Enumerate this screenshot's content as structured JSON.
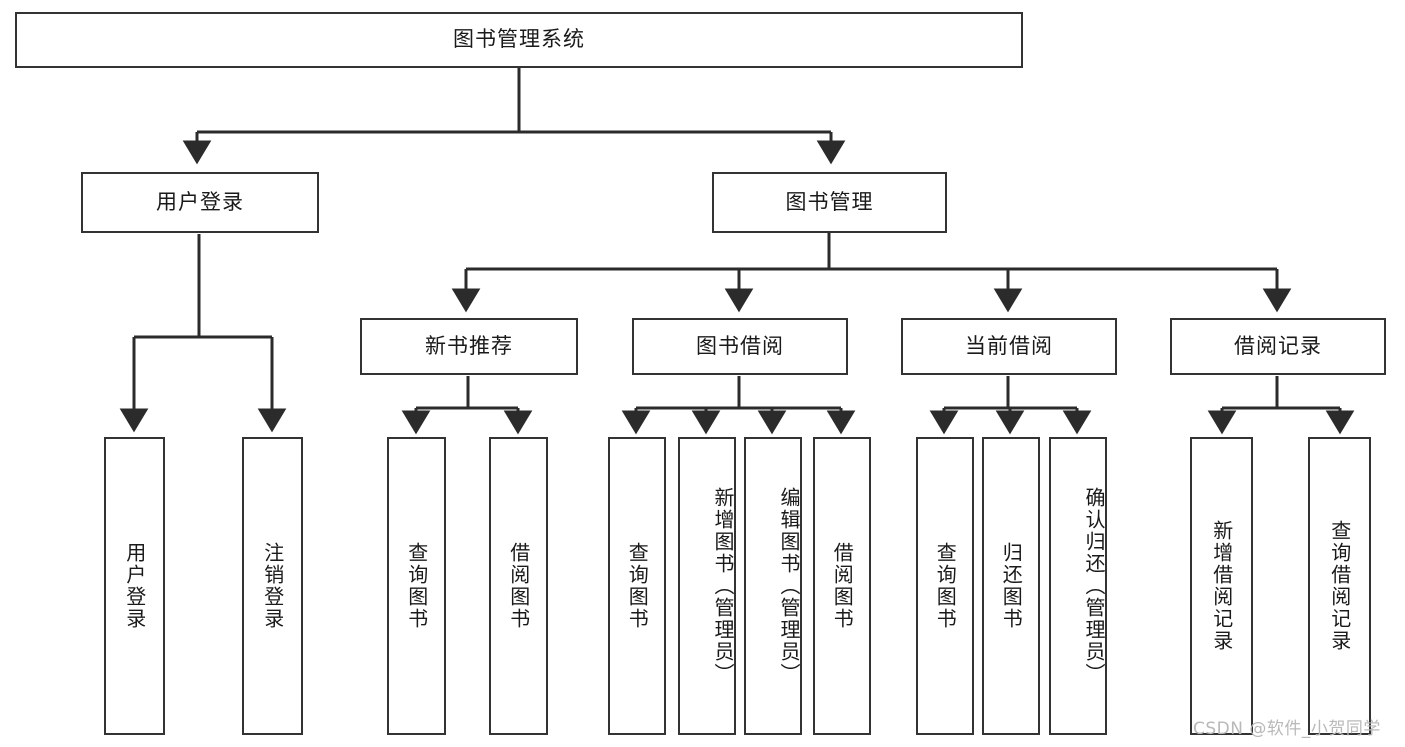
{
  "diagram": {
    "type": "tree-hierarchy",
    "title": "图书管理系统",
    "watermark": "CSDN @软件_小贺同学",
    "colors": {
      "stroke": "#333333",
      "fill": "#ffffff",
      "text": "#1a1a1a",
      "watermark": "#b9b9b9"
    }
  },
  "nodes": {
    "root": {
      "label": "图书管理系统"
    },
    "level2": [
      {
        "id": "user-login",
        "label": "用户登录"
      },
      {
        "id": "book-manage",
        "label": "图书管理"
      }
    ],
    "level3": [
      {
        "id": "new-book-rec",
        "label": "新书推荐"
      },
      {
        "id": "book-borrow",
        "label": "图书借阅"
      },
      {
        "id": "current-borrow",
        "label": "当前借阅"
      },
      {
        "id": "borrow-record",
        "label": "借阅记录"
      }
    ],
    "leaves": {
      "user_login": [
        {
          "id": "leaf-user-login",
          "label": "用户登录"
        },
        {
          "id": "leaf-user-logout",
          "label": "注销登录"
        }
      ],
      "new_book_rec": [
        {
          "id": "leaf-query-book-1",
          "label": "查询图书"
        },
        {
          "id": "leaf-borrow-book-1",
          "label": "借阅图书"
        }
      ],
      "book_borrow": [
        {
          "id": "leaf-query-book-2",
          "label": "查询图书"
        },
        {
          "id": "leaf-add-book",
          "label": "新增图书（管理员）"
        },
        {
          "id": "leaf-edit-book",
          "label": "编辑图书（管理员）"
        },
        {
          "id": "leaf-borrow-book-2",
          "label": "借阅图书"
        }
      ],
      "current_borrow": [
        {
          "id": "leaf-query-book-3",
          "label": "查询图书"
        },
        {
          "id": "leaf-return-book",
          "label": "归还图书"
        },
        {
          "id": "leaf-confirm-return",
          "label": "确认归还（管理员）"
        }
      ],
      "borrow_record": [
        {
          "id": "leaf-add-record",
          "label": "新增借阅记录"
        },
        {
          "id": "leaf-query-record",
          "label": "查询借阅记录"
        }
      ]
    }
  }
}
